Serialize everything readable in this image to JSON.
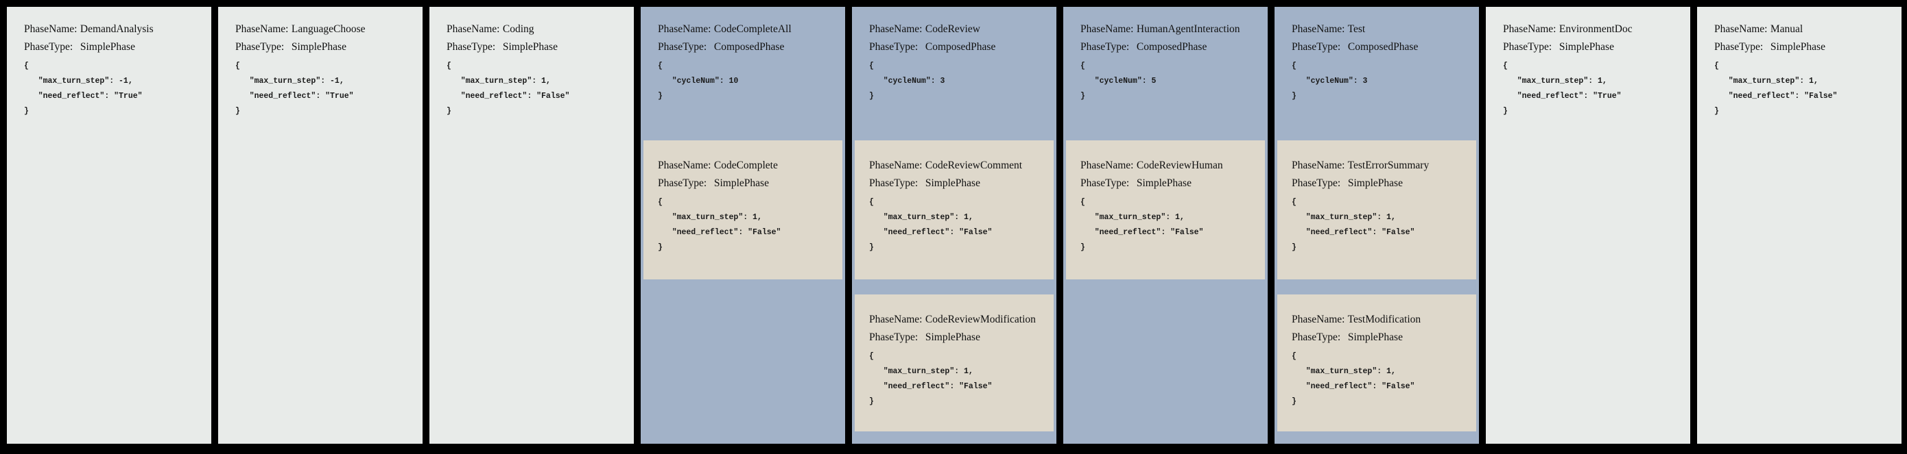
{
  "labels": {
    "phase_name": "PhaseName:",
    "phase_type": "PhaseType:"
  },
  "colors": {
    "background": "#000000",
    "simple_phase": "#e8ebe9",
    "composed_phase": "#a2b2c8",
    "nested_phase": "#ded8cb",
    "text": "#111111"
  },
  "phases": [
    {
      "name": "DemandAnalysis",
      "type": "SimplePhase",
      "config": "{\n   \"max_turn_step\": -1,\n   \"need_reflect\": \"True\"\n}"
    },
    {
      "name": "LanguageChoose",
      "type": "SimplePhase",
      "config": "{\n   \"max_turn_step\": -1,\n   \"need_reflect\": \"True\"\n}"
    },
    {
      "name": "Coding",
      "type": "SimplePhase",
      "config": "{\n   \"max_turn_step\": 1,\n   \"need_reflect\": \"False\"\n}"
    },
    {
      "name": "CodeCompleteAll",
      "type": "ComposedPhase",
      "config": "{\n   \"cycleNum\": 10\n}",
      "children": [
        {
          "name": "CodeComplete",
          "type": "SimplePhase",
          "config": "{\n   \"max_turn_step\": 1,\n   \"need_reflect\": \"False\"\n}"
        }
      ]
    },
    {
      "name": "CodeReview",
      "type": "ComposedPhase",
      "config": "{\n   \"cycleNum\": 3\n}",
      "children": [
        {
          "name": "CodeReviewComment",
          "type": "SimplePhase",
          "config": "{\n   \"max_turn_step\": 1,\n   \"need_reflect\": \"False\"\n}"
        },
        {
          "name": "CodeReviewModification",
          "type": "SimplePhase",
          "config": "{\n   \"max_turn_step\": 1,\n   \"need_reflect\": \"False\"\n}"
        }
      ]
    },
    {
      "name": "HumanAgentInteraction",
      "type": "ComposedPhase",
      "config": "{\n   \"cycleNum\": 5\n}",
      "children": [
        {
          "name": "CodeReviewHuman",
          "type": "SimplePhase",
          "config": "{\n   \"max_turn_step\": 1,\n   \"need_reflect\": \"False\"\n}"
        }
      ]
    },
    {
      "name": "Test",
      "type": "ComposedPhase",
      "config": "{\n   \"cycleNum\": 3\n}",
      "children": [
        {
          "name": "TestErrorSummary",
          "type": "SimplePhase",
          "config": "{\n   \"max_turn_step\": 1,\n   \"need_reflect\": \"False\"\n}"
        },
        {
          "name": "TestModification",
          "type": "SimplePhase",
          "config": "{\n   \"max_turn_step\": 1,\n   \"need_reflect\": \"False\"\n}"
        }
      ]
    },
    {
      "name": "EnvironmentDoc",
      "type": "SimplePhase",
      "config": "{\n   \"max_turn_step\": 1,\n   \"need_reflect\": \"True\"\n}"
    },
    {
      "name": "Manual",
      "type": "SimplePhase",
      "config": "{\n   \"max_turn_step\": 1,\n   \"need_reflect\": \"False\"\n}"
    }
  ]
}
